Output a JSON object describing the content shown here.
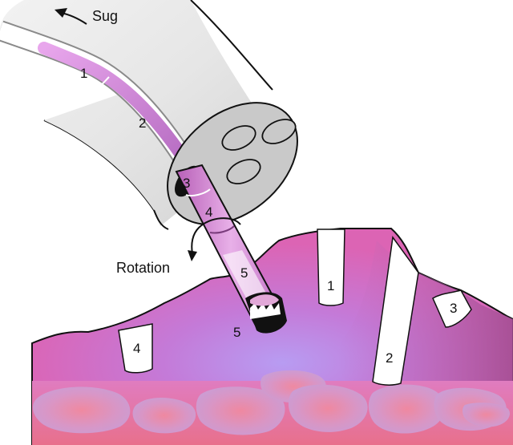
{
  "labels": {
    "suction": "Sug",
    "rotation": "Rotation",
    "tube_1": "1",
    "tube_2": "2",
    "tube_3": "3",
    "tube_4": "4",
    "tube_5": "5",
    "tip_5": "5",
    "hole_1": "1",
    "hole_2": "2",
    "hole_3": "3",
    "hole_4": "4"
  },
  "colors": {
    "tissue_pink": "#dc64b4",
    "tissue_blue": "#b48cf0",
    "tissue_dark": "#a84c98",
    "scope_gray": "#dcdcdc",
    "scope_face": "#c8c8c8",
    "core": "#c878c8",
    "stroke": "#111111"
  }
}
